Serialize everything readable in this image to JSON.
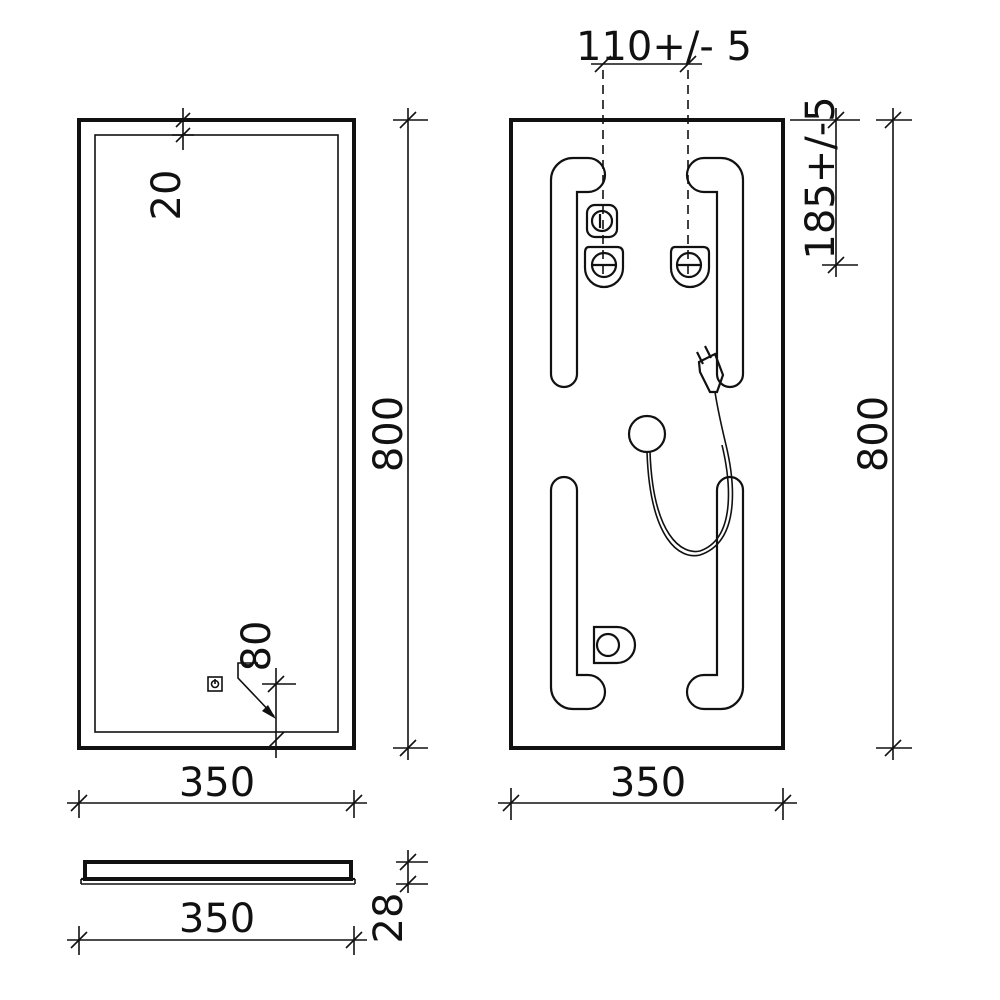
{
  "drawing": {
    "front_view": {
      "width_label": "350",
      "height_label": "800",
      "frame_inset_label": "20",
      "switch_offset_label": "80"
    },
    "back_view": {
      "width_label": "350",
      "height_label": "800",
      "hook_spacing_label": "110+/- 5",
      "hook_drop_label": "185+/-5"
    },
    "side_view": {
      "width_label": "350",
      "depth_label": "28"
    },
    "colors": {
      "line": "#111111",
      "background": "#ffffff"
    }
  }
}
